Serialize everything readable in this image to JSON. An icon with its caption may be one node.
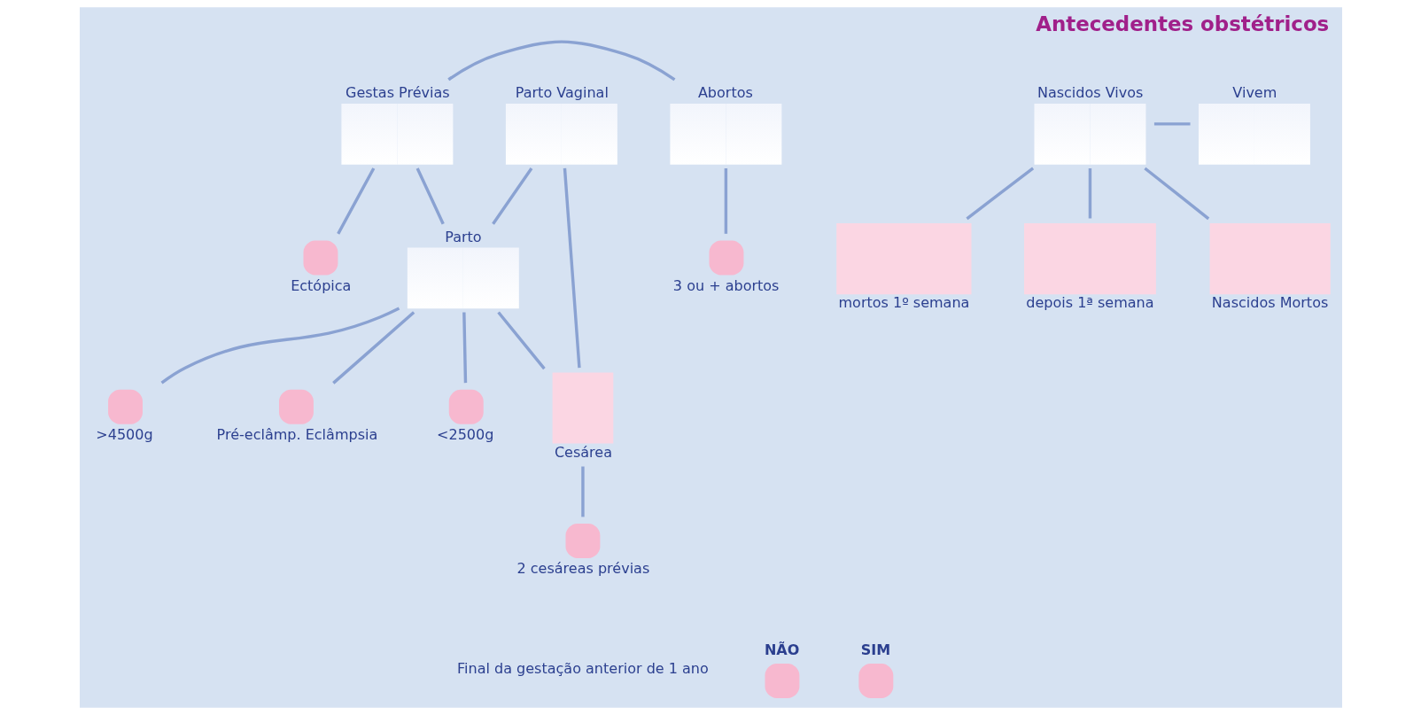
{
  "diagram": {
    "title": "Antecedentes obstétricos",
    "nodes": [
      {
        "text": [
          "Gestas Prévias"
        ]
      },
      {
        "text": [
          "Abortos"
        ]
      },
      {
        "text": [
          "3 ou + abortos"
        ]
      },
      {
        "text": [
          "Ectópica"
        ]
      },
      {
        "text": [
          "Parto Vaginal"
        ]
      },
      {
        "text": [
          "Nascidos Vivos"
        ]
      },
      {
        "text": [
          "Vivem"
        ]
      },
      {
        "text": [
          "mortos 1º semana"
        ]
      },
      {
        "text": [
          "depois 1ª semana"
        ]
      },
      {
        "text": [
          "Parto"
        ]
      },
      {
        "text": [
          "<2500g"
        ]
      },
      {
        "text": [
          ">4500g"
        ]
      },
      {
        "text": [
          "Pré-eclâmp. Eclâmpsia"
        ]
      },
      {
        "text": [
          "Cesárea"
        ]
      },
      {
        "text": [
          "2 cesáreas prévias"
        ]
      },
      {
        "text": [
          "Nascidos Mortos"
        ]
      },
      {
        "text": [
          "NÃO"
        ]
      },
      {
        "text": [
          "SIM"
        ]
      }
    ],
    "edges": [
      {
        "from": 0,
        "to": 1,
        "arrow": "none"
      },
      {
        "from": 1,
        "to": 2,
        "arrow": "none"
      },
      {
        "from": 0,
        "to": 3,
        "arrow": "none"
      },
      {
        "from": 0,
        "to": 9,
        "arrow": "none"
      },
      {
        "from": 4,
        "to": 9,
        "arrow": "none"
      },
      {
        "from": 4,
        "to": 13,
        "arrow": "none"
      },
      {
        "from": 5,
        "to": 6,
        "arrow": "none"
      },
      {
        "from": 5,
        "to": 15,
        "arrow": "none"
      },
      {
        "from": 5,
        "to": 7,
        "arrow": "none"
      },
      {
        "from": 5,
        "to": 8,
        "arrow": "none"
      },
      {
        "from": 9,
        "to": 10,
        "arrow": "none"
      },
      {
        "from": 9,
        "to": 11,
        "arrow": "none"
      },
      {
        "from": 9,
        "to": 12,
        "arrow": "none"
      },
      {
        "from": 9,
        "to": 13,
        "arrow": "none"
      },
      {
        "from": 13,
        "to": 14,
        "arrow": "none"
      }
    ],
    "labels": [
      "Final da gestação anterior de 1 ano"
    ]
  }
}
